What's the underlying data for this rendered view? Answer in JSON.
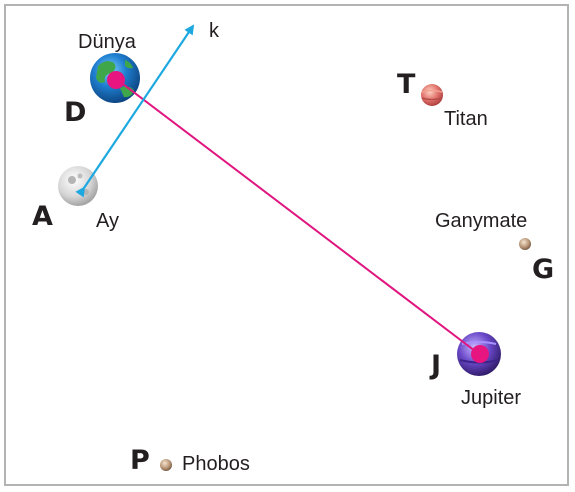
{
  "bodies": {
    "earth": {
      "name": "Dünya",
      "letter": "D"
    },
    "moon": {
      "name": "Ay",
      "letter": "A"
    },
    "titan": {
      "name": "Titan",
      "letter": "T"
    },
    "ganymede": {
      "name": "Ganymate",
      "letter": "G"
    },
    "jupiter": {
      "name": "Jupiter",
      "letter": "J"
    },
    "phobos": {
      "name": "Phobos",
      "letter": "P"
    }
  },
  "vector": {
    "label": "k"
  },
  "colors": {
    "arrow": "#1ea8e0",
    "link_line": "#e0157f",
    "center_dot": "#e6157f",
    "frame": "#b3b3b3",
    "text": "#231f20"
  }
}
